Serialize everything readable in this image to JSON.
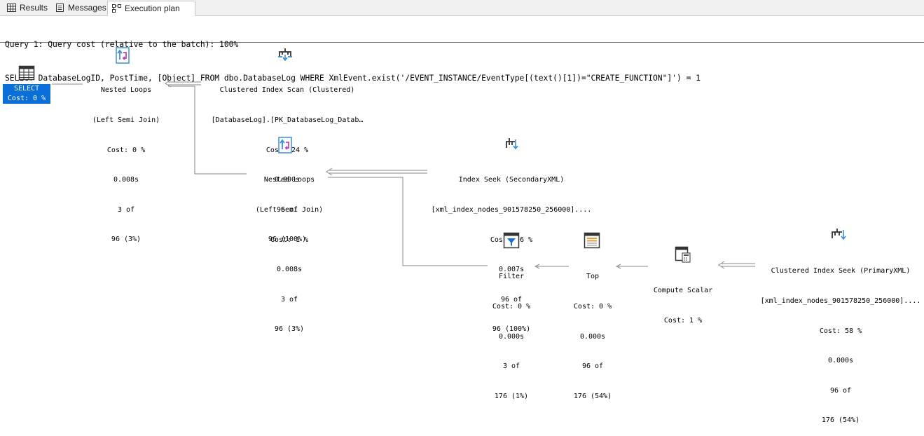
{
  "tabs": [
    {
      "label": "Results",
      "icon": "grid-icon"
    },
    {
      "label": "Messages",
      "icon": "messages-icon"
    },
    {
      "label": "Execution plan",
      "icon": "execution-plan-icon",
      "active": true
    }
  ],
  "query": {
    "header": "Query 1: Query cost (relative to the batch): 100%",
    "sql": "SELECT DatabaseLogID, PostTime, [Object] FROM dbo.DatabaseLog WHERE XmlEvent.exist('/EVENT_INSTANCE/EventType[(text()[1])=\"CREATE_FUNCTION\"]') = 1"
  },
  "colors": {
    "select_bg": "#0a6fd8",
    "accent": "#3a8fd6",
    "filter_blue": "#1a73c8"
  },
  "nodes": {
    "select": {
      "title": "SELECT",
      "cost": "Cost: 0 %"
    },
    "nl1": {
      "title": "Nested Loops",
      "subtitle": "(Left Semi Join)",
      "cost": "Cost: 0 %",
      "time": "0.008s",
      "rows": "3 of",
      "estimate": "96 (3%)"
    },
    "cis": {
      "title": "Clustered Index Scan (Clustered)",
      "subtitle": "[DatabaseLog].[PK_DatabaseLog_Datab…",
      "cost": "Cost: 24 %",
      "time": "0.000s",
      "rows": "96 of",
      "estimate": "96 (100%)"
    },
    "nl2": {
      "title": "Nested Loops",
      "subtitle": "(Left Semi Join)",
      "cost": "Cost: 1 %",
      "time": "0.008s",
      "rows": "3 of",
      "estimate": "96 (3%)"
    },
    "is": {
      "title": "Index Seek (SecondaryXML)",
      "subtitle": "[xml_index_nodes_901578250_256000]....",
      "cost": "Cost: 16 %",
      "time": "0.007s",
      "rows": "96 of",
      "estimate": "96 (100%)"
    },
    "filter": {
      "title": "Filter",
      "cost": "Cost: 0 %",
      "time": "0.000s",
      "rows": "3 of",
      "estimate": "176 (1%)"
    },
    "top": {
      "title": "Top",
      "cost": "Cost: 0 %",
      "time": "0.000s",
      "rows": "96 of",
      "estimate": "176 (54%)"
    },
    "cs": {
      "title": "Compute Scalar",
      "cost": "Cost: 1 %"
    },
    "cis2": {
      "title": "Clustered Index Seek (PrimaryXML)",
      "subtitle": "[xml_index_nodes_901578250_256000]....",
      "cost": "Cost: 58 %",
      "time": "0.000s",
      "rows": "96 of",
      "estimate": "176 (54%)"
    }
  }
}
